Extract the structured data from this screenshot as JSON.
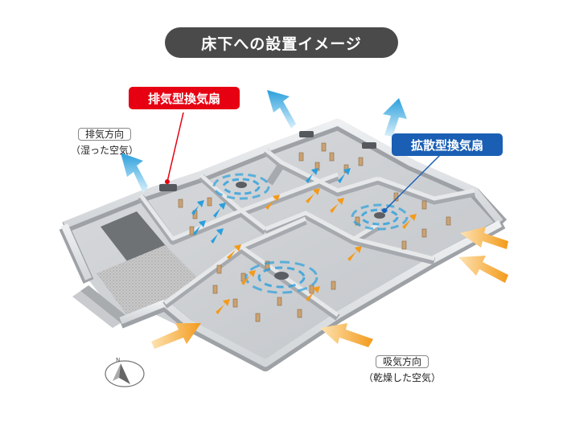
{
  "title": "床下への設置イメージ",
  "labels": {
    "exhaust_fan": "排気型換気扇",
    "diffusion_fan": "拡散型換気扇"
  },
  "notes": {
    "exhaust_direction": "排気方向",
    "exhaust_air": "（湿った空気）",
    "intake_direction": "吸気方向",
    "intake_air": "（乾燥した空気）"
  },
  "colors": {
    "title_bg": "#4a4a4a",
    "exhaust_label": "#e60012",
    "diffusion_label": "#1a5fb4",
    "intake_arrow": "#f5a623",
    "exhaust_arrow": "#3fa9e0",
    "concrete": "#b9bcc0"
  },
  "icons": [
    "compass-icon",
    "exhaust-fan-icon",
    "diffusion-fan-icon"
  ]
}
